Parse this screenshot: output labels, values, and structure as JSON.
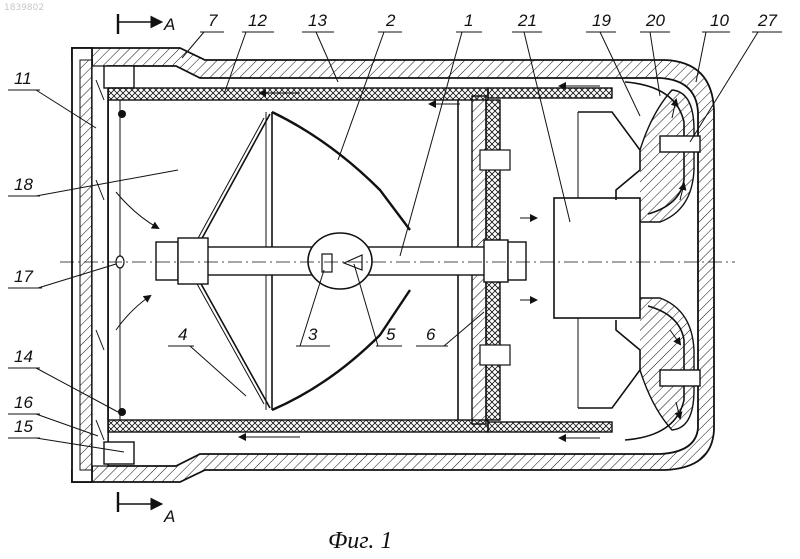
{
  "watermark": "1839802",
  "section_mark": "A",
  "caption": "Фиг. 1",
  "labels": {
    "l7": "7",
    "l12": "12",
    "l13": "13",
    "l2": "2",
    "l1": "1",
    "l21": "21",
    "l19": "19",
    "l20": "20",
    "l10": "10",
    "l27": "27",
    "l11": "11",
    "l18": "18",
    "l17": "17",
    "l4": "4",
    "l3": "3",
    "l5": "5",
    "l6": "6",
    "l14": "14",
    "l16": "16",
    "l15": "15"
  }
}
